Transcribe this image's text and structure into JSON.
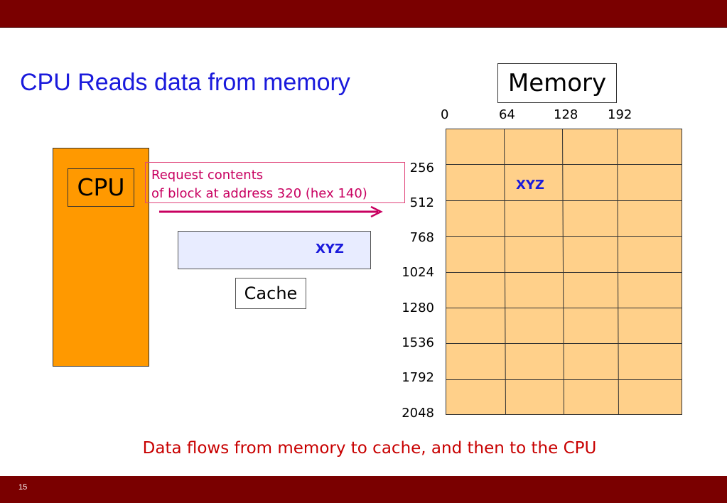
{
  "slide": {
    "title": "CPU Reads data from memory",
    "number": "15",
    "caption": "Data flows from memory to cache, and then to the CPU"
  },
  "cpu": {
    "label": "CPU"
  },
  "request": {
    "line1": "Request contents",
    "line2": "of block at address 320 (hex 140)"
  },
  "cache": {
    "label": "Cache",
    "content": "XYZ"
  },
  "memory": {
    "label": "Memory",
    "column_labels": [
      "0",
      "64",
      "128",
      "192"
    ],
    "row_labels": [
      "256",
      "512",
      "768",
      "1024",
      "1280",
      "1536",
      "1792",
      "2048"
    ],
    "highlighted_block": {
      "row": 1,
      "col": 1,
      "content": "XYZ"
    }
  },
  "colors": {
    "bar": "#7a0000",
    "title": "#1a1adc",
    "cpu_fill": "#ff9900",
    "memory_fill": "#ffd08a",
    "cache_fill": "#e8ecff",
    "request": "#c80060",
    "caption": "#c80000"
  }
}
